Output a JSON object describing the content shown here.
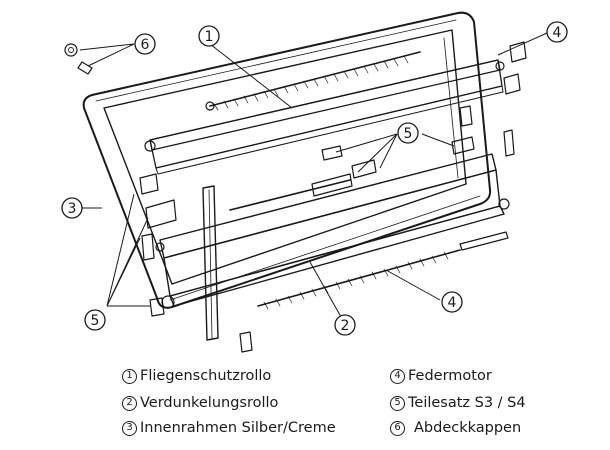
{
  "callouts": {
    "c1": "1",
    "c2": "2",
    "c3": "3",
    "c4a": "4",
    "c4b": "4",
    "c5a": "5",
    "c5b": "5",
    "c6": "6"
  },
  "legend": [
    {
      "num": "1",
      "label": "Fliegenschutzrollo"
    },
    {
      "num": "2",
      "label": "Verdunkelungsrollo"
    },
    {
      "num": "3",
      "label": "Innenrahmen Silber/Creme"
    },
    {
      "num": "4",
      "label": "Federmotor"
    },
    {
      "num": "5",
      "label": "Teilesatz S3 / S4"
    },
    {
      "num": "6",
      "label": "Abdeckkappen"
    }
  ]
}
